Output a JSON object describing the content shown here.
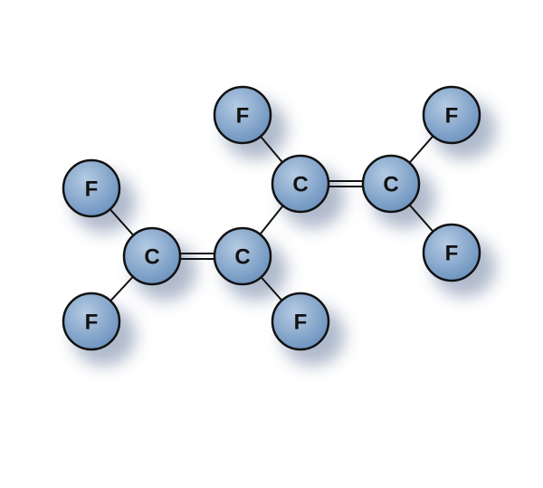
{
  "colors": {
    "atom_fill": "#6f95c0",
    "atom_highlight": "#b5cbe3",
    "outline": "#111111",
    "shadow": "#8d9cb5"
  },
  "atoms": [
    {
      "id": "F1",
      "label": "F"
    },
    {
      "id": "C1",
      "label": "C"
    },
    {
      "id": "F2",
      "label": "F"
    },
    {
      "id": "C2",
      "label": "C"
    },
    {
      "id": "F3",
      "label": "F"
    },
    {
      "id": "C3",
      "label": "C"
    },
    {
      "id": "F4",
      "label": "F"
    },
    {
      "id": "C4",
      "label": "C"
    },
    {
      "id": "F5",
      "label": "F"
    },
    {
      "id": "F6",
      "label": "F"
    }
  ],
  "bonds": [
    {
      "from": "C1",
      "to": "F1",
      "order": 1
    },
    {
      "from": "C1",
      "to": "F2",
      "order": 1
    },
    {
      "from": "C1",
      "to": "C2",
      "order": 2
    },
    {
      "from": "C2",
      "to": "F3",
      "order": 1
    },
    {
      "from": "C2",
      "to": "C3",
      "order": 1
    },
    {
      "from": "C3",
      "to": "F4",
      "order": 1
    },
    {
      "from": "C3",
      "to": "C4",
      "order": 2
    },
    {
      "from": "C4",
      "to": "F5",
      "order": 1
    },
    {
      "from": "C4",
      "to": "F6",
      "order": 1
    }
  ]
}
